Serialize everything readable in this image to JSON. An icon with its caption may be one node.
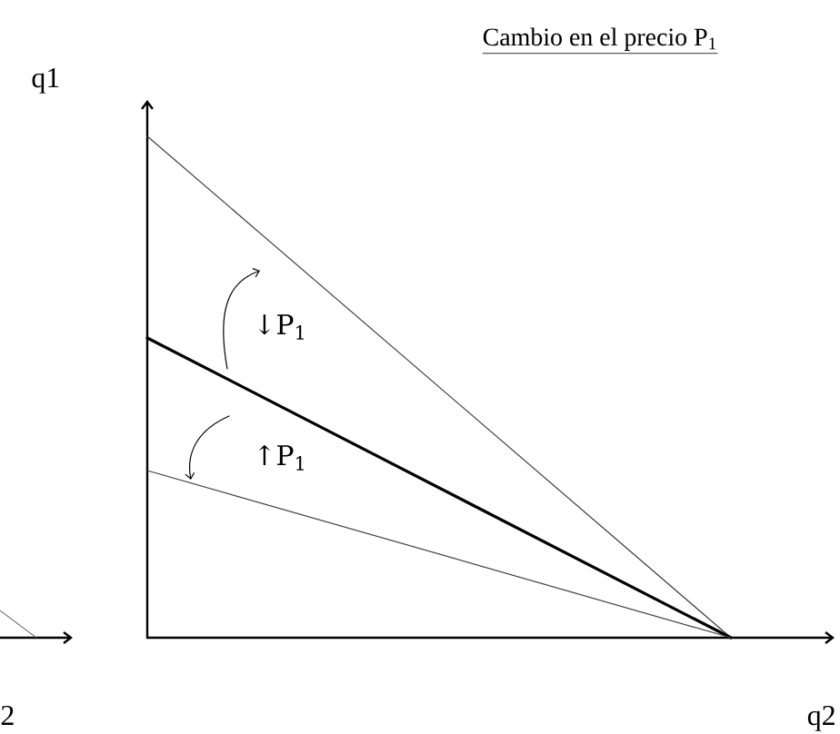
{
  "diagram": {
    "title": "Cambio en el precio P$_{1}$",
    "labels": [
      "q1",
      "↓P$_{1}$",
      "↑P$_{1}$",
      "2",
      "q2"
    ]
  }
}
